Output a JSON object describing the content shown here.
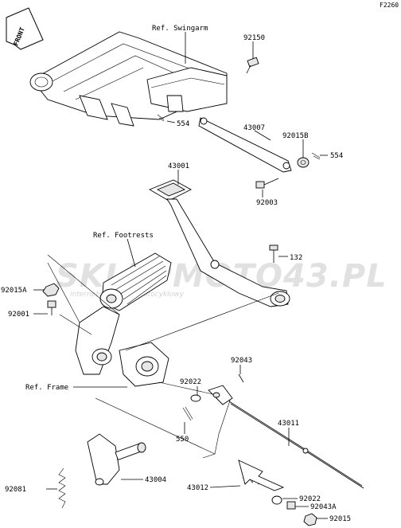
{
  "diagram_code": "F2260",
  "front_marker": "FRONT",
  "watermark": {
    "main": "SKLEPMOTO43.PL",
    "sub": "internetowy sklep motocyklowy"
  },
  "references": {
    "swingarm": "Ref. Swingarm",
    "footrests": "Ref. Footrests",
    "frame": "Ref. Frame"
  },
  "parts": {
    "p92150": "92150",
    "p554a": "554",
    "p43007": "43007",
    "p92015b": "92015B",
    "p554b": "554",
    "p43001": "43001",
    "p92003": "92003",
    "p132": "132",
    "p92015a": "92015A",
    "p92001": "92001",
    "p92043": "92043",
    "p92022a": "92022",
    "p43011": "43011",
    "p550": "550",
    "p43004": "43004",
    "p92081": "92081",
    "p43012": "43012",
    "p92022b": "92022",
    "p92043a": "92043A",
    "p92015": "92015"
  }
}
